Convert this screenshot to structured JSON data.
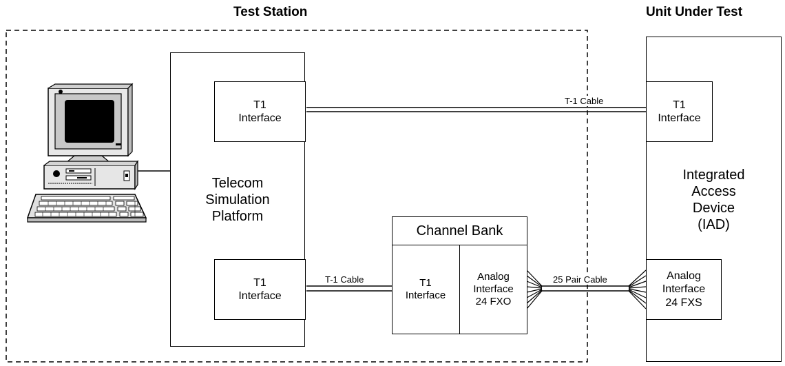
{
  "headings": {
    "test_station": "Test Station",
    "unit_under_test": "Unit Under Test"
  },
  "telecom_platform": {
    "label": "Telecom\nSimulation\nPlatform",
    "t1_top": "T1\nInterface",
    "t1_bottom": "T1\nInterface"
  },
  "channel_bank": {
    "title": "Channel Bank",
    "t1": "T1\nInterface",
    "analog": "Analog\nInterface\n24 FXO"
  },
  "iad": {
    "label": "Integrated\nAccess\nDevice\n(IAD)",
    "t1": "T1\nInterface",
    "analog": "Analog\nInterface\n24 FXS"
  },
  "cables": {
    "top_t1": "T-1 Cable",
    "bottom_t1": "T-1 Cable",
    "pair25": "25 Pair Cable"
  },
  "icons": {
    "computer": "computer-workstation-icon"
  }
}
